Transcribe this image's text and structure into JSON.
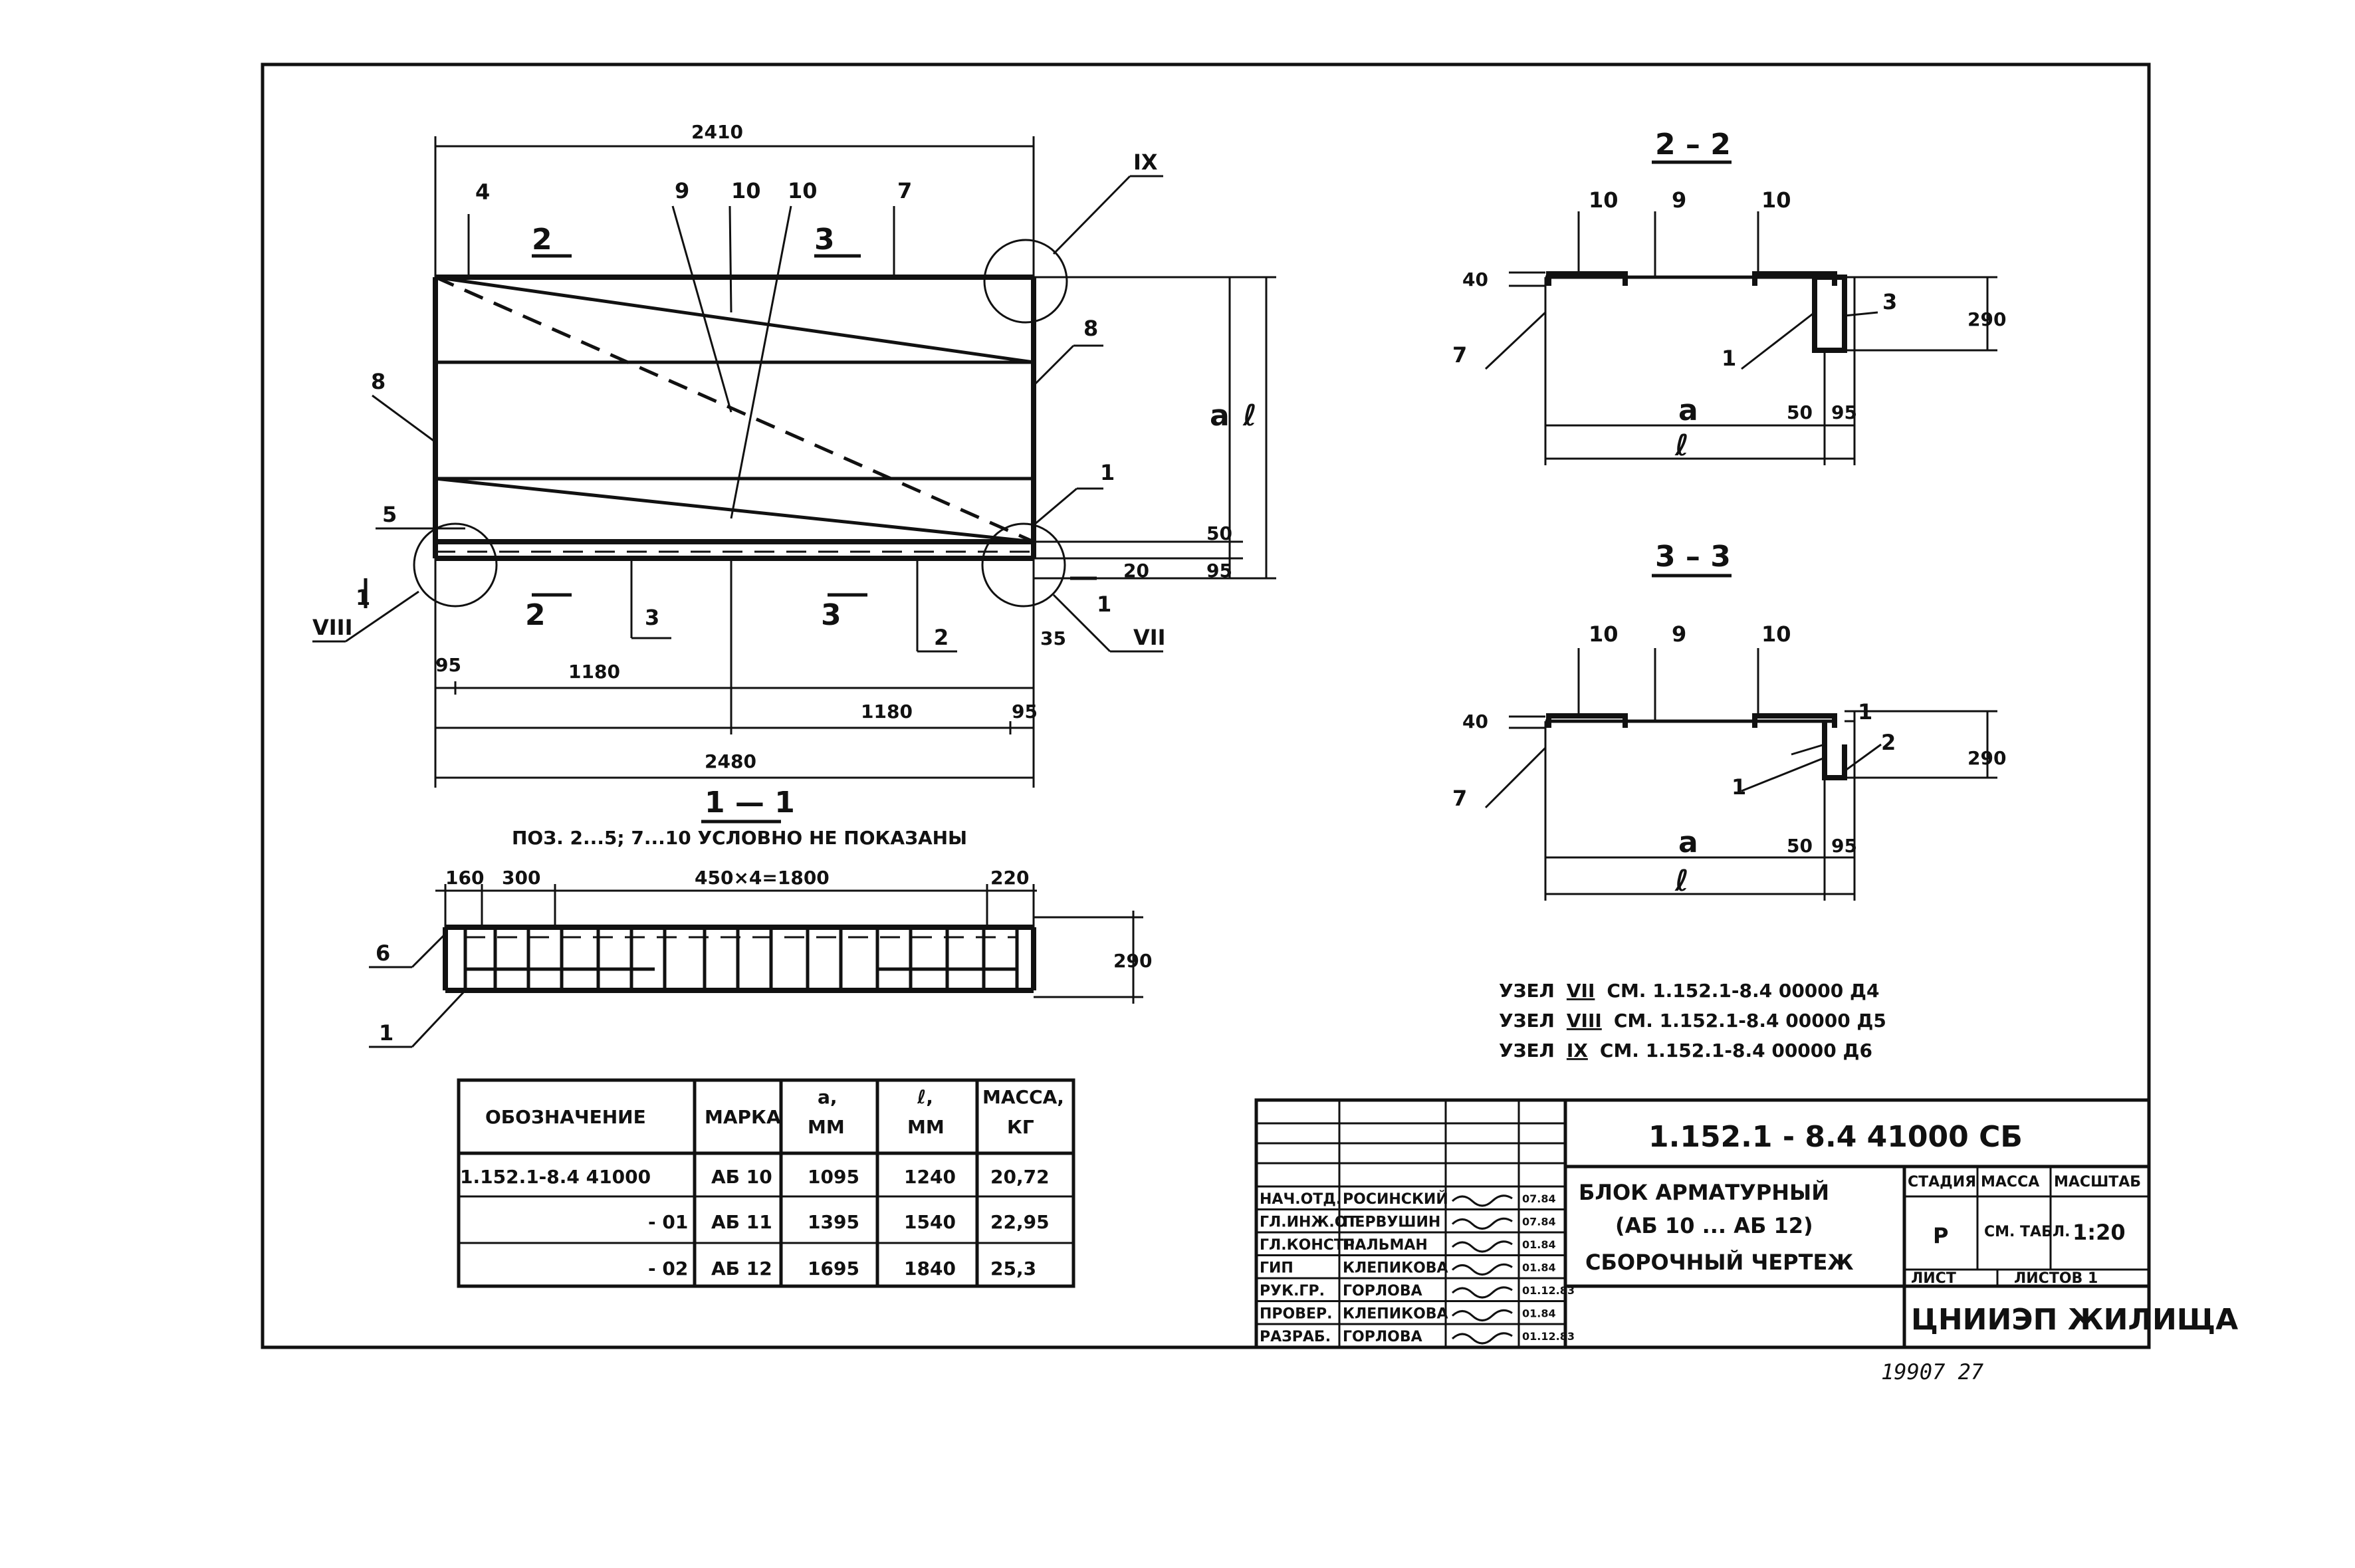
{
  "plan": {
    "dims": {
      "top_width": "2410",
      "bottom_width": "2480",
      "left_half": "1180",
      "right_half": "1180",
      "left_edge": "95",
      "right_edge": "95",
      "right_35": "35",
      "a": "a",
      "l": "ℓ",
      "d50": "50",
      "d20": "20",
      "d95": "95"
    },
    "positions": {
      "p1": "1",
      "p2": "2",
      "p3": "3",
      "p4": "4",
      "p5": "5",
      "p7": "7",
      "p8a": "8",
      "p8b": "8",
      "p9": "9",
      "p10a": "10",
      "p10b": "10"
    },
    "section_marks": {
      "s2_top": "2",
      "s3_top": "3",
      "s2_bot": "2",
      "s3_bot": "3",
      "s1_left": "1",
      "s1_right": "1"
    },
    "nodes": {
      "ix": "IX",
      "vii": "VII",
      "viii": "VIII"
    }
  },
  "sec22": {
    "title": "2 – 2",
    "labels": {
      "p10a": "10",
      "p9": "9",
      "p10b": "10",
      "p7": "7",
      "p1": "1",
      "p3": "3"
    },
    "dims": {
      "h40": "40",
      "h290": "290",
      "a": "a",
      "d50": "50",
      "d95": "95",
      "l": "ℓ"
    }
  },
  "sec33": {
    "title": "3 – 3",
    "labels": {
      "p10a": "10",
      "p9": "9",
      "p10b": "10",
      "p7": "7",
      "p1a": "1",
      "p1b": "1",
      "p2": "2"
    },
    "dims": {
      "h40": "40",
      "h290": "290",
      "a": "a",
      "d50": "50",
      "d95": "95",
      "l": "ℓ"
    }
  },
  "sec11": {
    "title": "1 — 1",
    "note": "ПОЗ. 2...5; 7...10 УСЛОВНО НЕ ПОКАЗАНЫ",
    "dims": {
      "d160": "160",
      "d300": "300",
      "pitch": "450×4=1800",
      "d220": "220",
      "h290": "290"
    },
    "labels": {
      "p6": "6",
      "p1": "1"
    }
  },
  "node_refs": [
    {
      "prefix": "УЗЕЛ",
      "node": "VII",
      "text": "СМ. 1.152.1-8.4  00000  Д4"
    },
    {
      "prefix": "УЗЕЛ",
      "node": "VIII",
      "text": "СМ. 1.152.1-8.4  00000  Д5"
    },
    {
      "prefix": "УЗЕЛ",
      "node": "IX",
      "text": "СМ. 1.152.1-8.4  00000  Д6"
    }
  ],
  "spec_table": {
    "headers": [
      "ОБОЗНАЧЕНИЕ",
      "МАРКА",
      "a,\nММ",
      "ℓ,\nММ",
      "МАССА,\nКГ"
    ],
    "rows": [
      {
        "designation": "1.152.1-8.4     41000",
        "mark": "АБ 10",
        "a": "1095",
        "l": "1240",
        "mass": "20,72"
      },
      {
        "designation": "- 01",
        "mark": "АБ 11",
        "a": "1395",
        "l": "1540",
        "mass": "22,95"
      },
      {
        "designation": "- 02",
        "mark": "АБ 12",
        "a": "1695",
        "l": "1840",
        "mass": "25,3"
      }
    ]
  },
  "title_block": {
    "code": "1.152.1 - 8.4     41000  СБ",
    "name1": "БЛОК  АРМАТУРНЫЙ",
    "name2": "(АБ 10 ... АБ 12)",
    "name3": "СБОРОЧНЫЙ  ЧЕРТЕЖ",
    "stage_h": "СТАДИЯ",
    "mass_h": "МАССА",
    "scale_h": "МАСШТАБ",
    "stage": "Р",
    "mass": "СМ. ТАБЛ.",
    "scale": "1:20",
    "sheet_h": "ЛИСТ",
    "sheets_h": "ЛИСТОВ  1",
    "org": "ЦНИИЭП ЖИЛИЩА",
    "people": [
      {
        "role": "НАЧ.ОТД.",
        "name": "РОСИНСКИЙ",
        "date": "07.84"
      },
      {
        "role": "ГЛ.ИНЖ.ОТ",
        "name": "ПЕРВУШИН",
        "date": "07.84"
      },
      {
        "role": "ГЛ.КОНСТР.",
        "name": "ПАЛЬМАН",
        "date": "01.84"
      },
      {
        "role": "ГИП",
        "name": "КЛЕПИКОВА",
        "date": "01.84"
      },
      {
        "role": "РУК.ГР.",
        "name": "ГОРЛОВА",
        "date": "01.12.83"
      },
      {
        "role": "ПРОВЕР.",
        "name": "КЛЕПИКОВА",
        "date": "01.84"
      },
      {
        "role": "РАЗРАБ.",
        "name": "ГОРЛОВА",
        "date": "01.12.83"
      }
    ]
  },
  "stamp_number": "19907   27"
}
